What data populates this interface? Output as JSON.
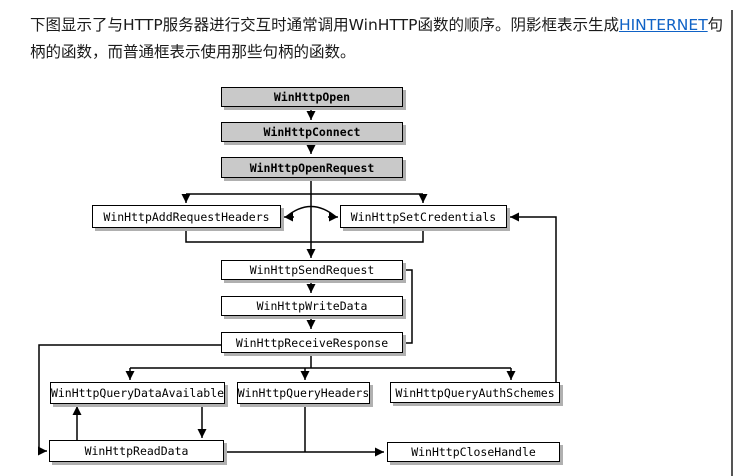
{
  "intro": {
    "line1_before_link": "下图显示了与HTTP服务器进行交互时通常调用WinHTTP函数的顺序。阴影框表示生成",
    "link_text": "HINTERNET",
    "line1_after_link": "句",
    "line2": "柄的函数，而普通框表示使用那些句柄的函数。",
    "text_color": "#1a1a1a",
    "link_color": "#0f62c6"
  },
  "diagram": {
    "type": "flowchart",
    "shaded_meaning": "functions that produce HINTERNET handles",
    "plain_meaning": "functions that use those handles",
    "shaded_fill": "#c9c9c9",
    "plain_fill": "#ffffff",
    "line_color": "#000000",
    "shadow_color": "#b0b0b0",
    "nodes": [
      {
        "id": "open",
        "label": "WinHttpOpen",
        "shaded": true
      },
      {
        "id": "connect",
        "label": "WinHttpConnect",
        "shaded": true
      },
      {
        "id": "openrequest",
        "label": "WinHttpOpenRequest",
        "shaded": true
      },
      {
        "id": "addrequestheaders",
        "label": "WinHttpAddRequestHeaders",
        "shaded": false
      },
      {
        "id": "setcredentials",
        "label": "WinHttpSetCredentials",
        "shaded": false
      },
      {
        "id": "sendrequest",
        "label": "WinHttpSendRequest",
        "shaded": false
      },
      {
        "id": "writedata",
        "label": "WinHttpWriteData",
        "shaded": false
      },
      {
        "id": "receiveresponse",
        "label": "WinHttpReceiveResponse",
        "shaded": false
      },
      {
        "id": "querydataavailable",
        "label": "WinHttpQueryDataAvailable",
        "shaded": false
      },
      {
        "id": "queryheaders",
        "label": "WinHttpQueryHeaders",
        "shaded": false
      },
      {
        "id": "queryauthschemes",
        "label": "WinHttpQueryAuthSchemes",
        "shaded": false
      },
      {
        "id": "readdata",
        "label": "WinHttpReadData",
        "shaded": false
      },
      {
        "id": "closehandle",
        "label": "WinHttpCloseHandle",
        "shaded": false
      }
    ],
    "edges": [
      "WinHttpOpen -> WinHttpConnect",
      "WinHttpConnect -> WinHttpOpenRequest",
      "WinHttpOpenRequest -> WinHttpAddRequestHeaders",
      "WinHttpOpenRequest -> WinHttpSetCredentials",
      "WinHttpAddRequestHeaders <-> WinHttpSetCredentials",
      "WinHttpOpenRequest -> WinHttpSendRequest",
      "WinHttpSendRequest -> WinHttpWriteData",
      "WinHttpSendRequest -> WinHttpReceiveResponse",
      "WinHttpWriteData -> WinHttpReceiveResponse",
      "WinHttpReceiveResponse -> WinHttpQueryDataAvailable",
      "WinHttpReceiveResponse -> WinHttpQueryHeaders",
      "WinHttpReceiveResponse -> WinHttpQueryAuthSchemes",
      "WinHttpReceiveResponse -> WinHttpReadData",
      "WinHttpQueryDataAvailable -> WinHttpReadData",
      "WinHttpReadData -> WinHttpQueryDataAvailable",
      "WinHttpQueryHeaders -> WinHttpCloseHandle",
      "WinHttpReadData -> WinHttpCloseHandle",
      "WinHttpQueryAuthSchemes -> WinHttpSetCredentials"
    ]
  }
}
